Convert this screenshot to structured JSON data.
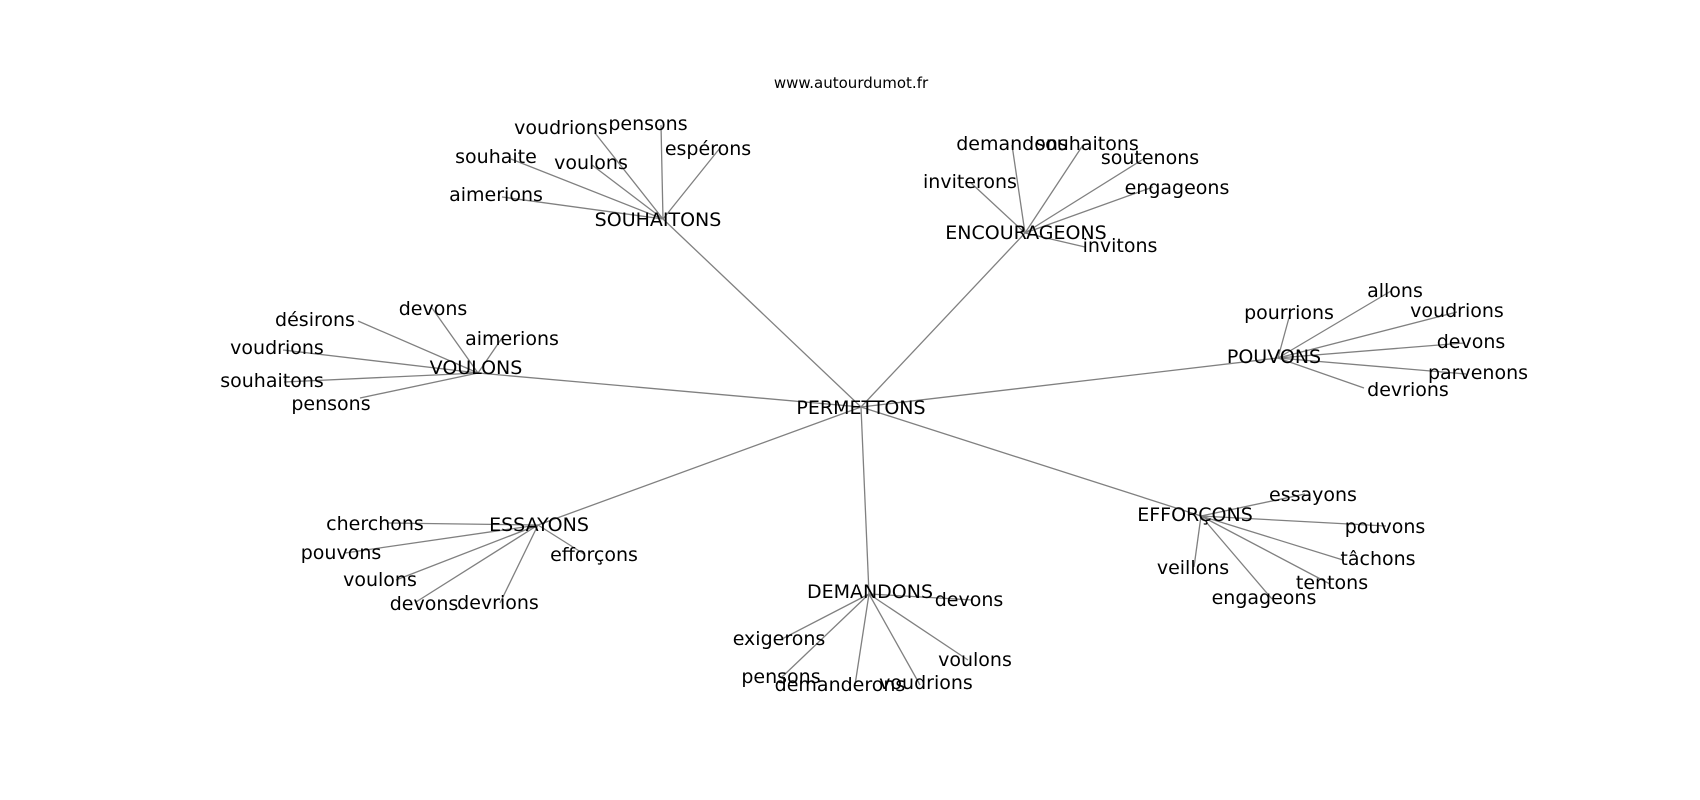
{
  "site": "www.autourdumot.fr",
  "center": "PERMETTONS",
  "groups": [
    {
      "hub": "SOUHAITONS",
      "leaves": [
        "voudrions",
        "pensons",
        "espérons",
        "souhaite",
        "voulons",
        "aimerions"
      ]
    },
    {
      "hub": "ENCOURAGEONS",
      "leaves": [
        "demandons",
        "souhaitons",
        "soutenons",
        "inviterons",
        "engageons",
        "invitons"
      ]
    },
    {
      "hub": "VOULONS",
      "leaves": [
        "désirons",
        "devons",
        "aimerions",
        "voudrions",
        "souhaitons",
        "pensons"
      ]
    },
    {
      "hub": "POUVONS",
      "leaves": [
        "pourrions",
        "allons",
        "voudrions",
        "devons",
        "parvenons",
        "devrions"
      ]
    },
    {
      "hub": "ESSAYONS",
      "leaves": [
        "cherchons",
        "pouvons",
        "efforçons",
        "voulons",
        "devons",
        "devrions"
      ]
    },
    {
      "hub": "EFFORÇONS",
      "leaves": [
        "essayons",
        "pouvons",
        "tâchons",
        "veillons",
        "tentons",
        "engageons"
      ]
    },
    {
      "hub": "DEMANDONS",
      "leaves": [
        "devons",
        "exigerons",
        "voulons",
        "pensons",
        "demanderons",
        "voudrions"
      ]
    }
  ]
}
